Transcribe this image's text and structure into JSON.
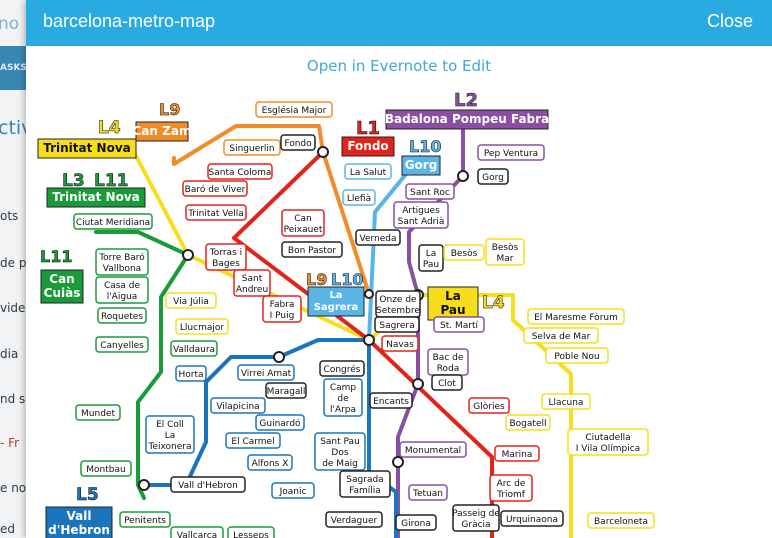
{
  "window": {
    "title": "barcelona-metro-map",
    "close_label": "Close",
    "edit_link": "Open in Evernote to Edit"
  },
  "background": {
    "brand_fragment": "no",
    "tasks_fragment": "ASKS",
    "heading_fragment": "ctiv",
    "rows": [
      "ots",
      "de p",
      "vide",
      "dia",
      "nd s",
      "- Fr",
      "e no",
      "ed"
    ]
  },
  "colors": {
    "header": "#29abe2",
    "link": "#3fa8d8",
    "L1": "#e2231a",
    "L2": "#8a4fa3",
    "L3": "#1a9b3a",
    "L4": "#f7dd1c",
    "L5": "#1b75bc",
    "L9": "#f28c28",
    "L10": "#59b5e8"
  },
  "map": {
    "badges": {
      "L1": "L1",
      "L2": "L2",
      "L3": "L3",
      "L4_left": "L4",
      "L4_right": "L4",
      "L5": "L5",
      "L9_top": "L9",
      "L9_mid": "L9",
      "L10_top": "L10",
      "L10_mid": "L10",
      "L11_top": "L11",
      "L11_left": "L11"
    },
    "terminals": {
      "trinitat_nova_l4": "Trinitat Nova",
      "trinitat_nova_l3": "Trinitat Nova",
      "can_zam": "Can Zam",
      "fondo": "Fondo",
      "badalona": "Badalona Pompeu Fabra",
      "gorg": "Gorg",
      "can_cuias_1": "Can",
      "can_cuias_2": "Cuiàs",
      "la_pau_1": "La",
      "la_pau_2": "Pau",
      "la_sagrera_1": "La",
      "la_sagrera_2": "Sagrera",
      "vall_hebron_1": "Vall",
      "vall_hebron_2": "d'Hebron"
    },
    "stations": {
      "esglesia_major": "Església Major",
      "singuerlin": "Singuerlin",
      "fondo_stop": "Fondo",
      "pep_ventura": "Pep Ventura",
      "gorg_stop": "Gorg",
      "santa_coloma": "Santa Coloma",
      "baro_viver": "Baró de Viver",
      "trinitat_vella": "Trinitat Vella",
      "la_salut": "La Salut",
      "llefia": "Llefià",
      "sant_roc": "Sant Roc",
      "artigues_1": "Artigues",
      "artigues_2": "Sant Adrià",
      "can_peixauet_1": "Can",
      "can_peixauet_2": "Peixauet",
      "bon_pastor": "Bon Pastor",
      "verneda": "Verneda",
      "la_pau_stop_1": "La",
      "la_pau_stop_2": "Pau",
      "besos": "Besòs",
      "besos_mar_1": "Besòs",
      "besos_mar_2": "Mar",
      "ciutat_meridiana": "Ciutat Meridiana",
      "torre_baro_1": "Torre Baró",
      "torre_baro_2": "Vallbona",
      "casa_aigua_1": "Casa de",
      "casa_aigua_2": "l'Aigua",
      "roquetes": "Roquetes",
      "canyelles": "Canyelles",
      "torras_1": "Torras i",
      "torras_2": "Bages",
      "sant_andreu_1": "Sant",
      "sant_andreu_2": "Andreu",
      "fabra_1": "Fabra",
      "fabra_2": "I Puig",
      "onze_1": "Onze de",
      "onze_2": "Setembre",
      "sagrera": "Sagrera",
      "navas": "Navas",
      "st_marti": "St. Martí",
      "maresme": "El Maresme Fòrum",
      "selva": "Selva de Mar",
      "poble_nou": "Poble Nou",
      "via_julia": "Via Júlia",
      "llucmajor": "Llucmajor",
      "valldaura": "Valldaura",
      "horta": "Horta",
      "virrei": "Virrei Amat",
      "maragall": "Maragall",
      "congres": "Congrés",
      "camp_arpa_1": "Camp",
      "camp_arpa_2": "de",
      "camp_arpa_3": "l'Arpa",
      "bac_roda_1": "Bac de",
      "bac_roda_2": "Roda",
      "clot": "Clot",
      "vilapicina": "Vilapicina",
      "mundet": "Mundet",
      "encants": "Encants",
      "glories": "Glòries",
      "llacuna": "Llacuna",
      "guinardo": "Guinardó",
      "el_coll_1": "El Coll",
      "el_coll_2": "La",
      "el_coll_3": "Teixonera",
      "el_carmel": "El Carmel",
      "bogatell": "Bogatell",
      "ciutadella_1": "Ciutadella",
      "ciutadella_2": "I Vila Olímpica",
      "sant_pau_1": "Sant Pau",
      "sant_pau_2": "Dos",
      "sant_pau_3": "de Maig",
      "monumental": "Monumental",
      "marina": "Marina",
      "alfons": "Alfons X",
      "montbau": "Montbau",
      "joanic": "Joanic",
      "sagrada_1": "Sagrada",
      "sagrada_2": "Família",
      "tetuan": "Tetuan",
      "arc_1": "Arc de",
      "arc_2": "Triomf",
      "vall_hebron_stop": "Vall d'Hebron",
      "penitents": "Penitents",
      "verdaguer": "Verdaguer",
      "girona": "Girona",
      "passeig_1": "Passeig de",
      "passeig_2": "Gràcia",
      "urquinaona": "Urquinaona",
      "barceloneta": "Barceloneta",
      "vallcarca": "Vallcarca",
      "lesseps": "Lesseps"
    }
  }
}
